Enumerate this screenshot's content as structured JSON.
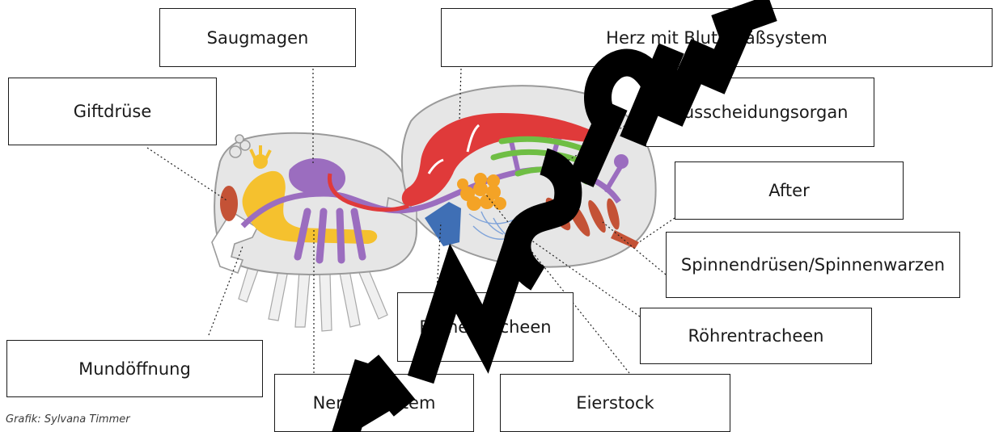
{
  "labels": {
    "saugmagen": "Saugmagen",
    "herz": "Herz mit Blutgefäßsystem",
    "giftdruese": "Giftdrüse",
    "ausscheidungsorgan": "Ausscheidungsorgan",
    "after": "After",
    "spinndruesen": "Spinnendrüsen/Spinnenwarzen",
    "roehrentracheen": "Röhrentracheen",
    "faechertracheen": "Fächertracheen",
    "mundoeffnung": "Mundöffnung",
    "nervensystem": "Nervensystem",
    "eierstock": "Eierstock"
  },
  "credit": "Grafik: Sylvana Timmer",
  "watermark": "ANSICHT",
  "colors": {
    "body_outline": "#9a9a9a",
    "body_fill": "#e6e6e6",
    "legs": "#f0f0f0",
    "digestive": "#9b6dbf",
    "heart": "#e03a3a",
    "nervous": "#f5c12e",
    "ovary": "#f4a326",
    "excretory": "#6fbe44",
    "venom_gland": "#c45236",
    "book_lung": "#3f6fb5",
    "trachea": "#7fa3d9",
    "silk_gland": "#c45236",
    "leader_line": "#222222",
    "watermark": "#000000"
  }
}
